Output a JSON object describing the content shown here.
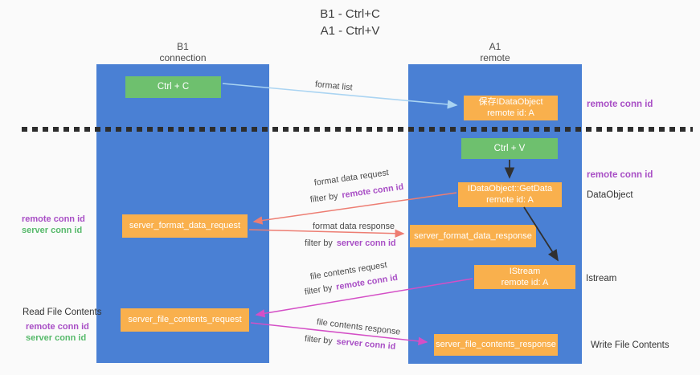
{
  "title": {
    "line1": "B1 - Ctrl+C",
    "line2": "A1 - Ctrl+V"
  },
  "lanes": {
    "left": {
      "name": "B1",
      "role": "connection"
    },
    "right": {
      "name": "A1",
      "role": "remote"
    }
  },
  "boxes": {
    "ctrl_c": {
      "label": "Ctrl + C"
    },
    "ctrl_v": {
      "label": "Ctrl + V"
    },
    "saved_dataobject": {
      "line1": "保存IDataObject",
      "line2": "remote id: A"
    },
    "getdata": {
      "line1": "IDataObject::GetData",
      "line2": "remote id: A"
    },
    "istream": {
      "line1": "IStream",
      "line2": "remote id: A"
    },
    "server_format_data_request": {
      "label": "server_format_data_request"
    },
    "server_format_data_response": {
      "label": "server_format_data_response"
    },
    "server_file_contents_request": {
      "label": "server_file_contents_request"
    },
    "server_file_contents_response": {
      "label": "server_file_contents_response"
    }
  },
  "arrow_labels": {
    "format_list": "format list",
    "format_data_request": "format data request",
    "format_data_response": "format data response",
    "file_contents_request": "file contents request",
    "file_contents_response": "file contents response",
    "filter_by": "filter by",
    "remote_conn_id": "remote conn id",
    "server_conn_id": "server conn id"
  },
  "annotations": {
    "remote_conn_id_top": "remote conn id",
    "remote_conn_id_mid": "remote conn id",
    "dataobject": "DataObject",
    "istream": "Istream",
    "write_file_contents": "Write File Contents",
    "read_file_contents": "Read File Contents",
    "left_remote_conn_id_1": "remote conn id",
    "left_server_conn_id_1": "server conn id",
    "left_remote_conn_id_2": "remote conn id",
    "left_server_conn_id_2": "server conn id"
  },
  "colors": {
    "lane_blue": "#4a80d4",
    "box_green": "#6ec06e",
    "box_orange": "#f9b04d",
    "purple_text": "#a84ec5",
    "green_text": "#56b96a",
    "arrow_red": "#ed7d72",
    "arrow_magenta": "#d44fc6",
    "arrow_lightblue": "#aad4f2",
    "arrow_black": "#303030"
  }
}
